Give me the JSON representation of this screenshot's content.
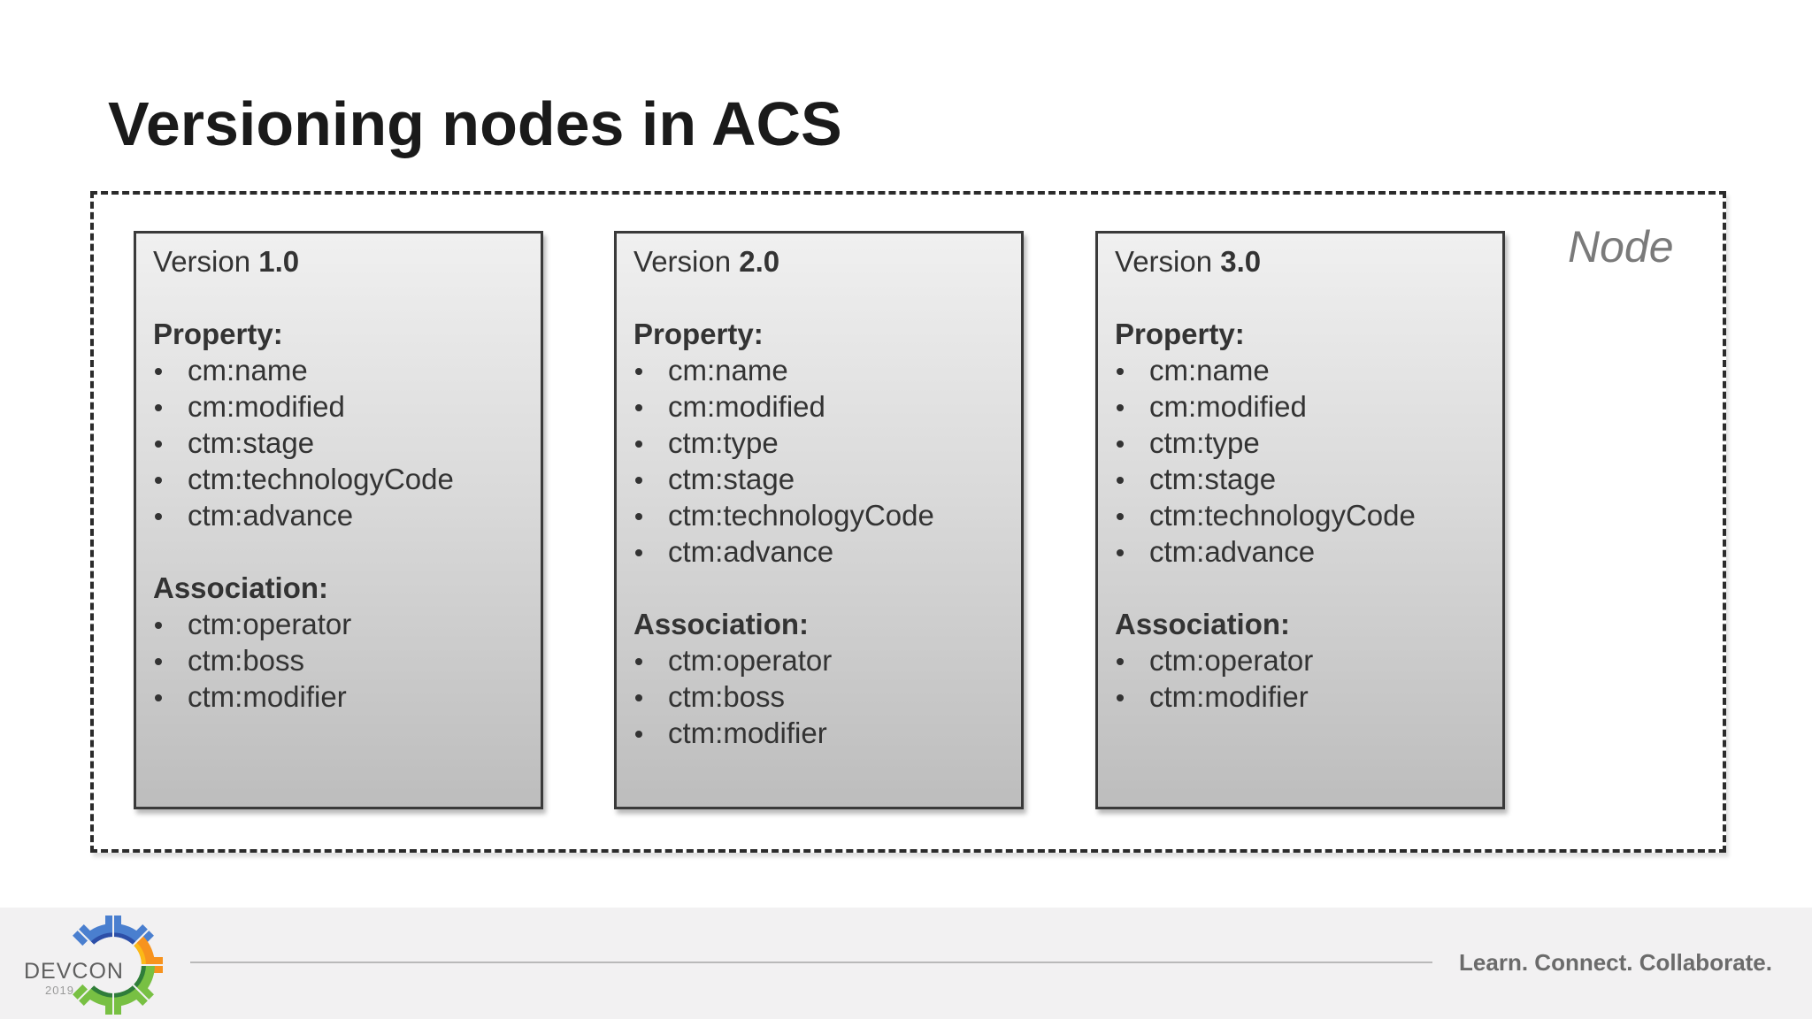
{
  "slide": {
    "title": "Versioning nodes in ACS",
    "node_label": "Node"
  },
  "versions": [
    {
      "label": "Version",
      "number": "1.0",
      "property_heading": "Property:",
      "properties": [
        "cm:name",
        "cm:modified",
        "ctm:stage",
        "ctm:technologyCode",
        "ctm:advance"
      ],
      "association_heading": "Association:",
      "associations": [
        "ctm:operator",
        "ctm:boss",
        "ctm:modifier"
      ]
    },
    {
      "label": "Version",
      "number": "2.0",
      "property_heading": "Property:",
      "properties": [
        "cm:name",
        "cm:modified",
        "ctm:type",
        "ctm:stage",
        "ctm:technologyCode",
        "ctm:advance"
      ],
      "association_heading": "Association:",
      "associations": [
        "ctm:operator",
        "ctm:boss",
        "ctm:modifier"
      ]
    },
    {
      "label": "Version",
      "number": "3.0",
      "property_heading": "Property:",
      "properties": [
        "cm:name",
        "cm:modified",
        "ctm:type",
        "ctm:stage",
        "ctm:technologyCode",
        "ctm:advance"
      ],
      "association_heading": "Association:",
      "associations": [
        "ctm:operator",
        "ctm:modifier"
      ]
    }
  ],
  "footer": {
    "logo_text": "DEVCON",
    "logo_year": "2019",
    "tagline": "Learn. Connect. Collaborate."
  },
  "colors": {
    "gear_blue": "#4a7fcf",
    "gear_dark_blue": "#2d4fa8",
    "gear_orange": "#f7931e",
    "gear_yellow": "#fbb917",
    "gear_green": "#78c043",
    "gear_dark_green": "#2f7d3a"
  }
}
